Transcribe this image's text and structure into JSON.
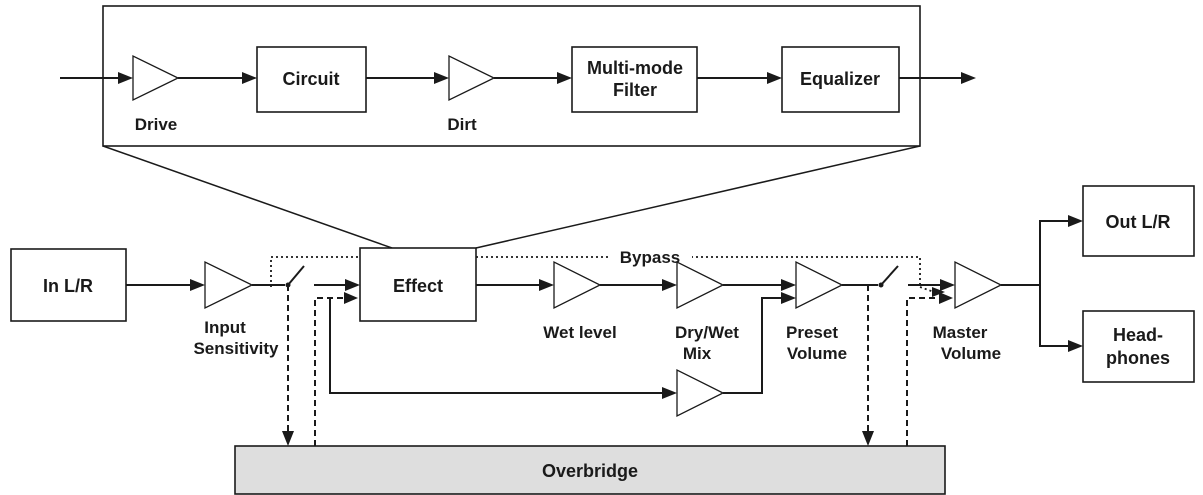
{
  "effect_detail": {
    "blocks": {
      "circuit": "Circuit",
      "filter_line1": "Multi-mode",
      "filter_line2": "Filter",
      "equalizer": "Equalizer"
    },
    "amps": {
      "drive": "Drive",
      "dirt": "Dirt"
    }
  },
  "signal_chain": {
    "input": "In L/R",
    "effect": "Effect",
    "bypass": "Bypass",
    "input_sensitivity_line1": "Input",
    "input_sensitivity_line2": "Sensitivity",
    "wet_level": "Wet level",
    "dry_wet_line1": "Dry/Wet",
    "dry_wet_line2": "Mix",
    "preset_volume_line1": "Preset",
    "preset_volume_line2": "Volume",
    "master_volume_line1": "Master",
    "master_volume_line2": "Volume",
    "out": "Out L/R",
    "headphones_line1": "Head-",
    "headphones_line2": "phones",
    "overbridge": "Overbridge"
  }
}
